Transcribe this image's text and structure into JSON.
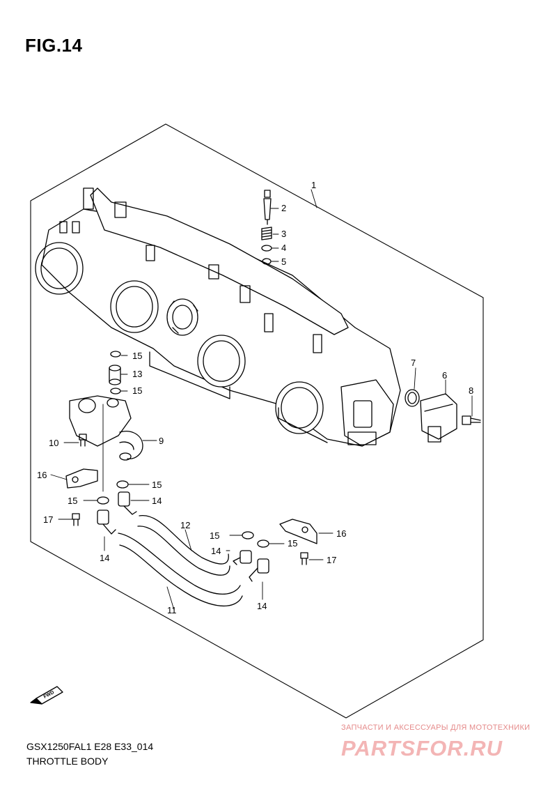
{
  "figure": {
    "title": "FIG.14"
  },
  "callouts": [
    {
      "id": "1",
      "text": "1"
    },
    {
      "id": "2",
      "text": "2"
    },
    {
      "id": "3",
      "text": "3"
    },
    {
      "id": "4",
      "text": "4"
    },
    {
      "id": "5",
      "text": "5"
    },
    {
      "id": "6",
      "text": "6"
    },
    {
      "id": "7",
      "text": "7"
    },
    {
      "id": "8",
      "text": "8"
    },
    {
      "id": "9",
      "text": "9"
    },
    {
      "id": "10",
      "text": "10"
    },
    {
      "id": "11",
      "text": "11"
    },
    {
      "id": "12",
      "text": "12"
    },
    {
      "id": "13",
      "text": "13"
    },
    {
      "id": "14a",
      "text": "14"
    },
    {
      "id": "14b",
      "text": "14"
    },
    {
      "id": "14c",
      "text": "14"
    },
    {
      "id": "14d",
      "text": "14"
    },
    {
      "id": "15a",
      "text": "15"
    },
    {
      "id": "15b",
      "text": "15"
    },
    {
      "id": "15c",
      "text": "15"
    },
    {
      "id": "15d",
      "text": "15"
    },
    {
      "id": "15e",
      "text": "15"
    },
    {
      "id": "15f",
      "text": "15"
    },
    {
      "id": "16a",
      "text": "16"
    },
    {
      "id": "16b",
      "text": "16"
    },
    {
      "id": "17a",
      "text": "17"
    },
    {
      "id": "17b",
      "text": "17"
    }
  ],
  "direction_marker": {
    "text": "FWD",
    "icon": "forward-arrow-icon"
  },
  "footer": {
    "model_code": "GSX1250FAL1 E28 E33_014",
    "section_title": "THROTTLE BODY"
  },
  "watermark": {
    "tagline": "ЗАПЧАСТИ И АКСЕССУАРЫ ДЛЯ МОТОТЕХНИКИ",
    "logo": "PARTSFOR.RU",
    "color": "#f3b5b5"
  }
}
